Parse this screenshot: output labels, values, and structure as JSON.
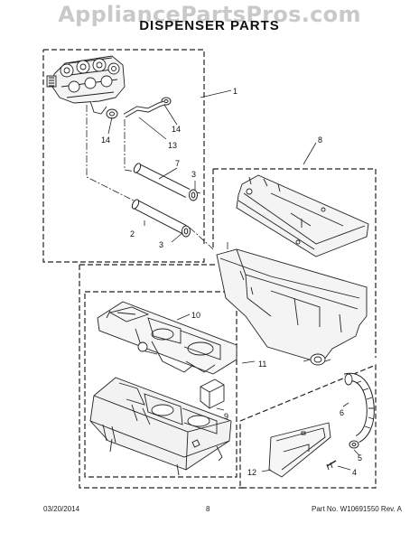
{
  "watermark": "AppliancePartsPros.com",
  "title": "DISPENSER PARTS",
  "callouts": {
    "c1": "1",
    "c2": "2",
    "c3a": "3",
    "c3b": "3",
    "c4": "4",
    "c5": "5",
    "c6": "6",
    "c7": "7",
    "c8": "8",
    "c9": "9",
    "c10": "10",
    "c11": "11",
    "c12": "12",
    "c13": "13",
    "c14a": "14",
    "c14b": "14"
  },
  "footer": {
    "date": "03/20/2014",
    "page": "8",
    "part": "Part No.  W10691550  Rev.  A"
  }
}
